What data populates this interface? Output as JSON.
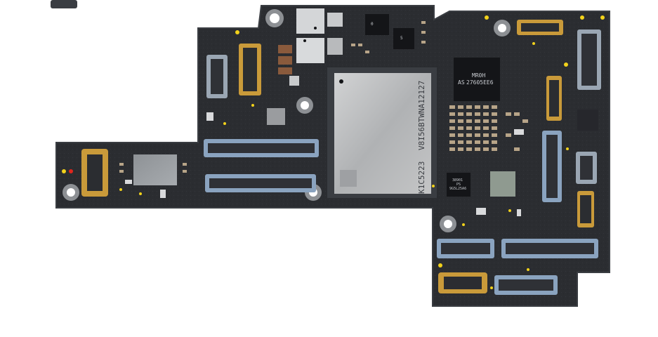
{
  "image": {
    "subject": "smartphone-logic-board"
  },
  "markings": {
    "soc_line1": "K1C5223",
    "soc_line2": "V8I56BTWNA12127",
    "chip_upper_right_line1": "MR0H",
    "chip_upper_right_line2": "27605EE6",
    "chip_upper_right_line3": "AS",
    "chip_top_small_1": "0",
    "chip_top_small_2": "5",
    "chip_lower_left_line1": "38901",
    "chip_lower_left_line2": "PS",
    "chip_lower_left_line3": "9G5L25A6"
  },
  "colors": {
    "background": "#ffffff",
    "board": "#2b2d31",
    "board_edge": "#3a3d42",
    "connector_gold": "#c99a3a",
    "connector_blue": "#8aa3bf",
    "shield_silver": "#b4b6b8",
    "chip_black": "#141518",
    "pad_yellow": "#f2d21b",
    "cap_tan": "#b7a488",
    "cap_brown": "#8a5a3c",
    "led_red": "#e0261d"
  }
}
